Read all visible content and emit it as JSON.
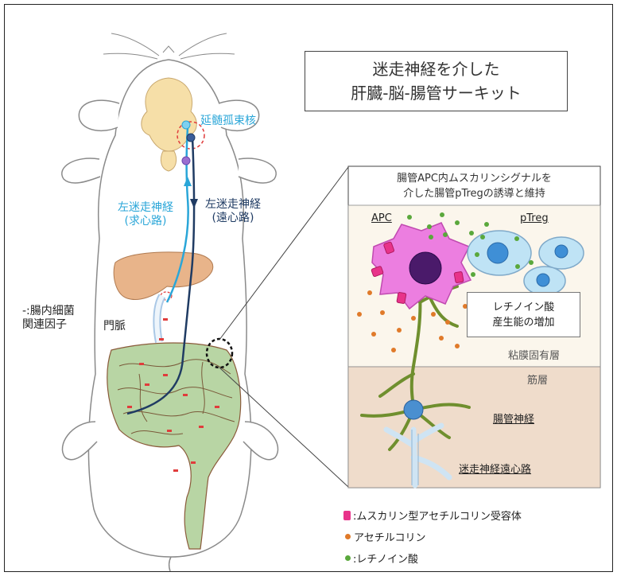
{
  "title": {
    "line1": "迷走神経を介した",
    "line2": "肝臓-脳-腸管サーキット"
  },
  "body_labels": {
    "nucleus": "延髄孤束核",
    "afferent": "左迷走神経\n(求心路)",
    "efferent": "左迷走神経\n(遠心路)",
    "bacteria": "-:腸内細菌\n関連因子",
    "portal_vein": "門脈"
  },
  "panel": {
    "title_line1": "腸管APC内ムスカリンシグナルを",
    "title_line2": "介した腸管pTregの誘導と維持",
    "apc": "APC",
    "ptreg": "pTreg",
    "retinoic_line1": "レチノイン酸",
    "retinoic_line2": "産生能の増加",
    "lamina_propria": "粘膜固有層",
    "muscle_layer": "筋層",
    "enteric_nerve": "腸管神経",
    "vagal_efferent": "迷走神経遠心路"
  },
  "legend": [
    {
      "icon": "receptor-icon",
      "color": "#e8338a",
      "text": ":ムスカリン型アセチルコリン受容体"
    },
    {
      "icon": "acetylcholine-dot-icon",
      "color": "#e07a2a",
      "text": "アセチルコリン"
    },
    {
      "icon": "retinoic-acid-dot-icon",
      "color": "#5aa83c",
      "text": ":レチノイン酸"
    }
  ],
  "colors": {
    "afferent": "#2aa6d8",
    "efferent": "#1f3b63",
    "liver": "#e8b48a",
    "brain": "#f6dfa8",
    "gut": "#b8d5a4",
    "apc": "#ec7ee0",
    "ptreg": "#bfe3f5",
    "neuron": "#6f8f2e",
    "lamina": "#fbf6ec",
    "muscle": "#efdccb"
  }
}
